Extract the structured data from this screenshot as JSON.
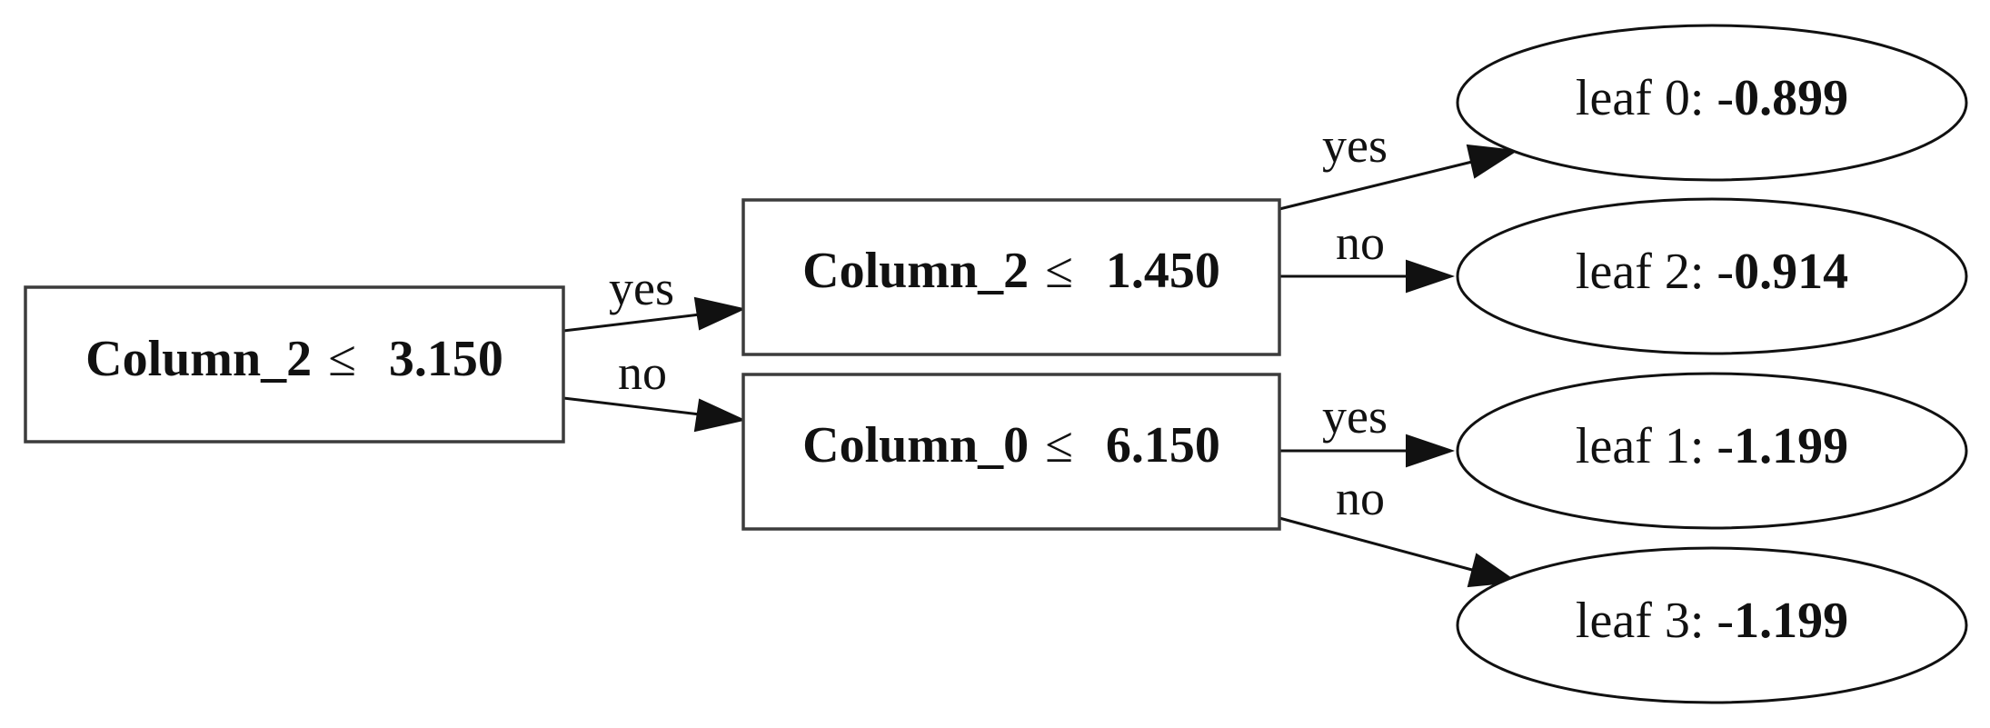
{
  "tree": {
    "root": {
      "feature": "Column_2",
      "operator": "≤",
      "threshold": "3.150"
    },
    "split_yes": {
      "feature": "Column_2",
      "operator": "≤",
      "threshold": "1.450"
    },
    "split_no": {
      "feature": "Column_0",
      "operator": "≤",
      "threshold": "6.150"
    },
    "leaves": [
      {
        "label": "leaf 0: ",
        "sign": "-",
        "value": "0.899"
      },
      {
        "label": "leaf 2: ",
        "sign": "-",
        "value": "0.914"
      },
      {
        "label": "leaf 1: ",
        "sign": "-",
        "value": "1.199"
      },
      {
        "label": "leaf 3: ",
        "sign": "-",
        "value": "1.199"
      }
    ],
    "edges": {
      "root_yes": "yes",
      "root_no": "no",
      "split_yes_yes": "yes",
      "split_yes_no": "no",
      "split_no_yes": "yes",
      "split_no_no": "no"
    }
  }
}
